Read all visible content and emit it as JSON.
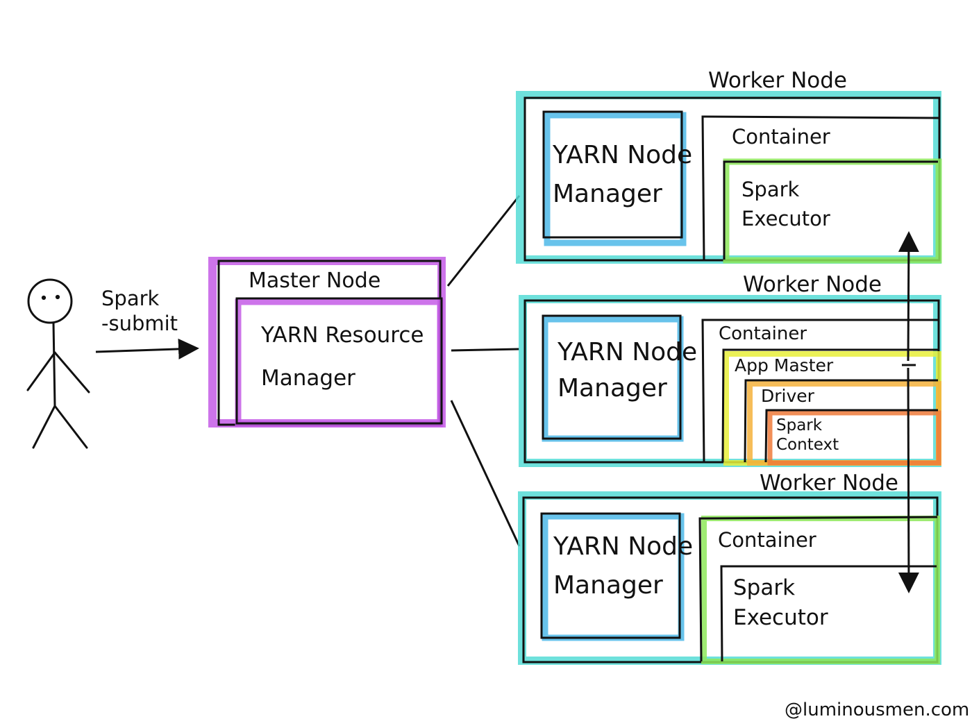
{
  "actor": {
    "arrow_label": "Spark\n-submit"
  },
  "master": {
    "title": "Master Node",
    "inner": "YARN Resource\nManager"
  },
  "workers": [
    {
      "title": "Worker Node",
      "node_manager": "YARN Node\nManager",
      "container": "Container",
      "executor": "Spark\nExecutor"
    },
    {
      "title": "Worker Node",
      "node_manager": "YARN Node\nManager",
      "container": "Container",
      "app_master": "App Master",
      "driver": "Driver",
      "context": "Spark\nContext"
    },
    {
      "title": "Worker Node",
      "node_manager": "YARN Node\nManager",
      "container": "Container",
      "executor": "Spark\nExecutor"
    }
  ],
  "credit": "@luminousmen.com",
  "colors": {
    "worker": "#55dcd6",
    "nodemanager": "#4db8e8",
    "master": "#c45ce6",
    "executor": "#8ee85a",
    "app_master": "#e8ef3a",
    "driver": "#f5b23c",
    "context": "#ee7a3a"
  }
}
